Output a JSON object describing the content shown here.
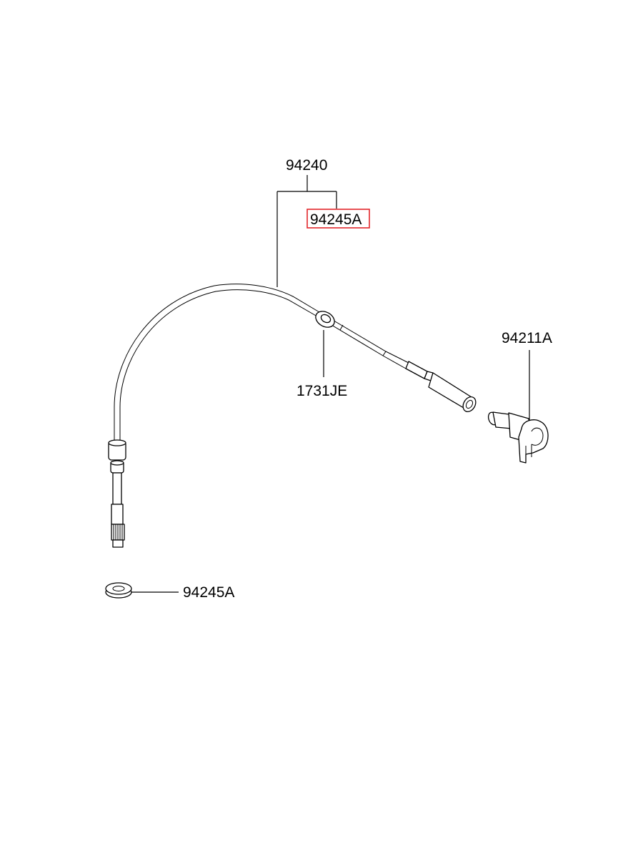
{
  "labels": {
    "assembly": "94240",
    "seal_top": "94245A",
    "grommet": "1731JE",
    "connector": "94211A",
    "seal_bottom": "94245A"
  },
  "highlight": {
    "color": "#e3262b",
    "part": "94245A"
  }
}
